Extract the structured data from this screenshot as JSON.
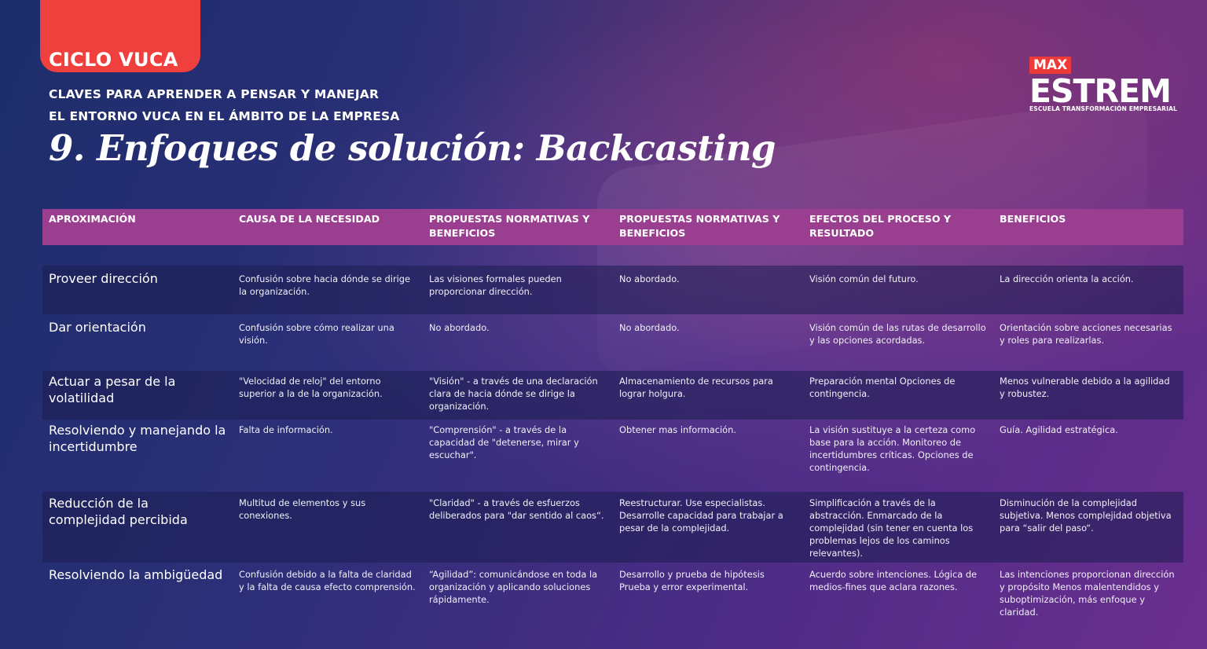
{
  "header": {
    "tag": "CICLO VUCA",
    "subtitle_line1": "CLAVES PARA APRENDER A PENSAR Y MANEJAR",
    "subtitle_line2": "EL ENTORNO VUCA EN EL ÁMBITO DE LA EMPRESA",
    "title": "9. Enfoques de solución: Backcasting"
  },
  "logo": {
    "max": "MAX",
    "brand": "ESTREM",
    "school": "ESCUELA TRANSFORMACIÓN EMPRESARIAL"
  },
  "table": {
    "headers": [
      "APROXIMACIÓN",
      "CAUSA DE LA NECESIDAD",
      "PROPUESTAS NORMATIVAS Y BENEFICIOS",
      "PROPUESTAS NORMATIVAS Y BENEFICIOS",
      "EFECTOS DEL PROCESO Y RESULTADO",
      "BENEFICIOS"
    ],
    "rows": [
      [
        "Proveer dirección",
        "Confusión sobre hacia dónde se dirige la organización.",
        "Las visiones formales pueden proporcionar dirección.",
        "No abordado.",
        "Visión común del futuro.",
        "La dirección orienta la acción."
      ],
      [
        "Dar orientación",
        "Confusión sobre cómo realizar una visión.",
        "No abordado.",
        "No abordado.",
        "Visión común de las rutas de desarrollo y las opciones acordadas.",
        "Orientación sobre acciones necesarias y roles para realizarlas."
      ],
      [
        "Actuar a pesar de la volatilidad",
        "\"Velocidad de reloj\" del entorno superior a la de la organización.",
        "\"Visión\" - a través de una declaración clara de hacia dónde se dirige la organización.",
        "Almacenamiento de recursos para lograr holgura.",
        "Preparación mental Opciones de contingencia.",
        "Menos vulnerable debido a la agilidad y robustez."
      ],
      [
        "Resolviendo y manejando la incertidumbre",
        "Falta de información.",
        "\"Comprensión\" - a través de la capacidad de \"detenerse, mirar y escuchar\".",
        "Obtener mas información.",
        "La visión sustituye a la certeza como base para la acción. Monitoreo de incertidumbres críticas. Opciones de contingencia.",
        "Guía. Agilidad estratégica."
      ],
      [
        "Reducción de la complejidad percibida",
        "Multitud de elementos y sus conexiones.",
        "\"Claridad\" - a través de esfuerzos deliberados para \"dar sentido al caos“.",
        "Reestructurar. Use especialistas. Desarrolle capacidad para trabajar a pesar de la complejidad.",
        "Simplificación a través de la abstracción. Enmarcado de la complejidad (sin tener en cuenta los problemas lejos de los caminos relevantes).",
        "Disminución de la complejidad subjetiva. Menos complejidad objetiva para “salir del paso“."
      ],
      [
        "Resolviendo la ambigüedad",
        "Confusión debido a la falta de claridad y la falta de causa efecto comprensión.",
        "“Agilidad”: comunicándose en toda la organización y aplicando soluciones rápidamente.",
        "Desarrollo y prueba de hipótesis Prueba y error experimental.",
        "Acuerdo sobre intenciones. Lógica de medios-fines que aclara razones.",
        "Las intenciones proporcionan dirección y propósito Menos malentendidos y suboptimización, más enfoque y claridad."
      ]
    ]
  }
}
